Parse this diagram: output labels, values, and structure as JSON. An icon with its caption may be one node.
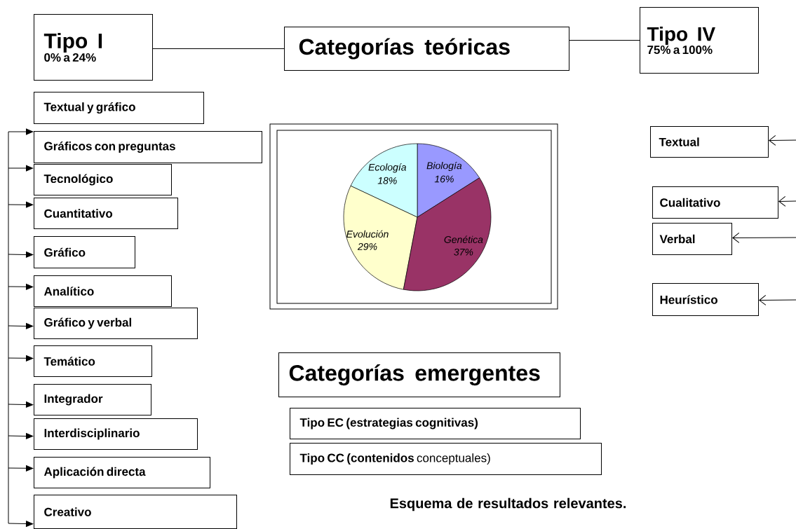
{
  "diagram": {
    "caption": "Esquema de resultados relevantes.",
    "nodes": [
      {
        "text": [
          "Tipo I",
          "0% a 24%"
        ]
      },
      {
        "text": [
          "Categorías teóricas"
        ]
      },
      {
        "text": [
          "Tipo IV",
          "75% a 100%"
        ]
      },
      {
        "text": [
          "Textual y gráfico"
        ]
      },
      {
        "text": [
          "Gráficos con preguntas"
        ]
      },
      {
        "text": [
          "Tecnológico"
        ]
      },
      {
        "text": [
          "Cuantitativo"
        ]
      },
      {
        "text": [
          "Gráfico"
        ]
      },
      {
        "text": [
          "Analítico"
        ]
      },
      {
        "text": [
          "Gráfico y verbal"
        ]
      },
      {
        "text": [
          "Temático"
        ]
      },
      {
        "text": [
          "Integrador"
        ]
      },
      {
        "text": [
          "Interdisciplinario"
        ]
      },
      {
        "text": [
          "Aplicación directa"
        ]
      },
      {
        "text": [
          "Creativo"
        ]
      },
      {
        "text": [
          "Textual"
        ]
      },
      {
        "text": [
          "Cualitativo"
        ]
      },
      {
        "text": [
          "Verbal"
        ]
      },
      {
        "text": [
          "Heurístico"
        ]
      },
      {
        "text": [
          "Categorías emergentes"
        ]
      },
      {
        "text": [
          "Tipo EC (estrategias cognitivas)"
        ]
      },
      {
        "text": [
          "**Tipo CC (contenidos** conceptuales)"
        ]
      }
    ],
    "edges": [
      {
        "from": 0,
        "to": 1,
        "arrow": "none"
      },
      {
        "from": 1,
        "to": 2,
        "arrow": "none"
      },
      {
        "from": null,
        "to": 4,
        "arrow": "to"
      },
      {
        "from": null,
        "to": 5,
        "arrow": "to"
      },
      {
        "from": null,
        "to": 6,
        "arrow": "to"
      },
      {
        "from": null,
        "to": 7,
        "arrow": "to"
      },
      {
        "from": null,
        "to": 8,
        "arrow": "to"
      },
      {
        "from": null,
        "to": 9,
        "arrow": "to"
      },
      {
        "from": null,
        "to": 10,
        "arrow": "to"
      },
      {
        "from": null,
        "to": 11,
        "arrow": "to"
      },
      {
        "from": null,
        "to": 12,
        "arrow": "to"
      },
      {
        "from": null,
        "to": 13,
        "arrow": "to"
      },
      {
        "from": null,
        "to": 14,
        "arrow": "to"
      },
      {
        "from": null,
        "to": 15,
        "arrow": "to"
      },
      {
        "from": null,
        "to": 16,
        "arrow": "to"
      },
      {
        "from": null,
        "to": 17,
        "arrow": "to"
      },
      {
        "from": null,
        "to": 18,
        "arrow": "to"
      }
    ],
    "chart_data": {
      "type": "pie",
      "categories": [
        "Biología",
        "Genética",
        "Evolución",
        "Ecología"
      ],
      "values": [
        16,
        37,
        29,
        18
      ],
      "data_labels": true,
      "value_labels": [
        "16%",
        "37%",
        "29%",
        "18%"
      ]
    }
  }
}
